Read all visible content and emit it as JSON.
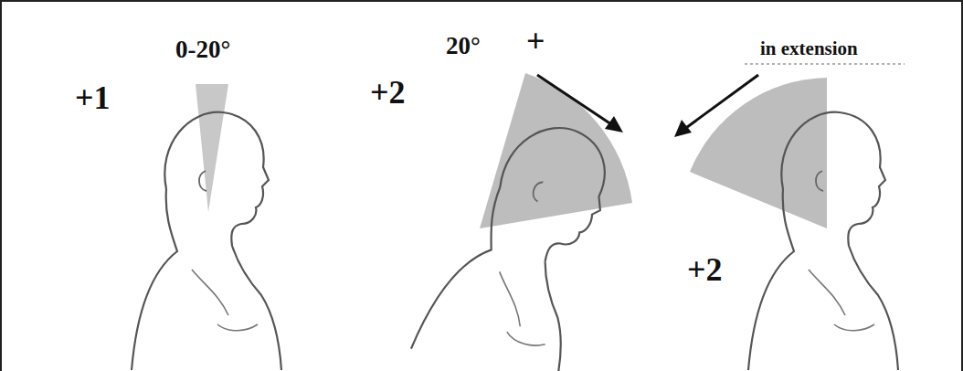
{
  "diagram": {
    "labels": [
      "+1",
      "0-20°",
      "+2",
      "20°",
      "+",
      "in extension",
      "+2"
    ]
  }
}
